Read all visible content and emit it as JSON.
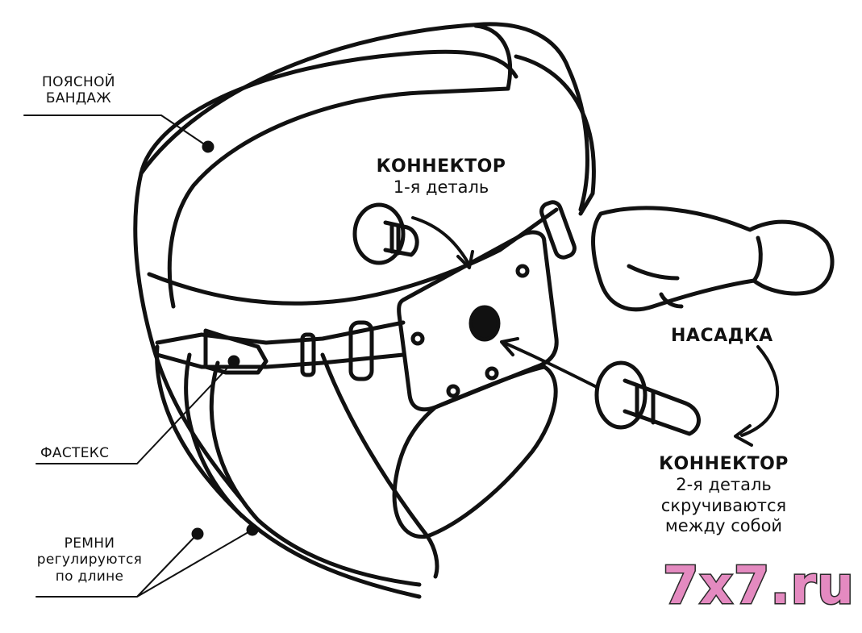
{
  "labels": {
    "waist_band_line1": "ПОЯСНОЙ",
    "waist_band_line2": "БАНДАЖ",
    "connector1_title": "КОННЕКТОР",
    "connector1_sub": "1-я деталь",
    "attachment": "НАСАДКА",
    "connector2_title": "КОННЕКТОР",
    "connector2_line1": "2-я деталь",
    "connector2_line2": "скручиваются",
    "connector2_line3": "между собой",
    "fastex": "ФАСТЕКС",
    "straps_line1": "РЕМНИ",
    "straps_line2": "регулируются",
    "straps_line3": "по длине"
  },
  "logo": {
    "text": "7x7.ru",
    "color": "#e48ac0"
  }
}
